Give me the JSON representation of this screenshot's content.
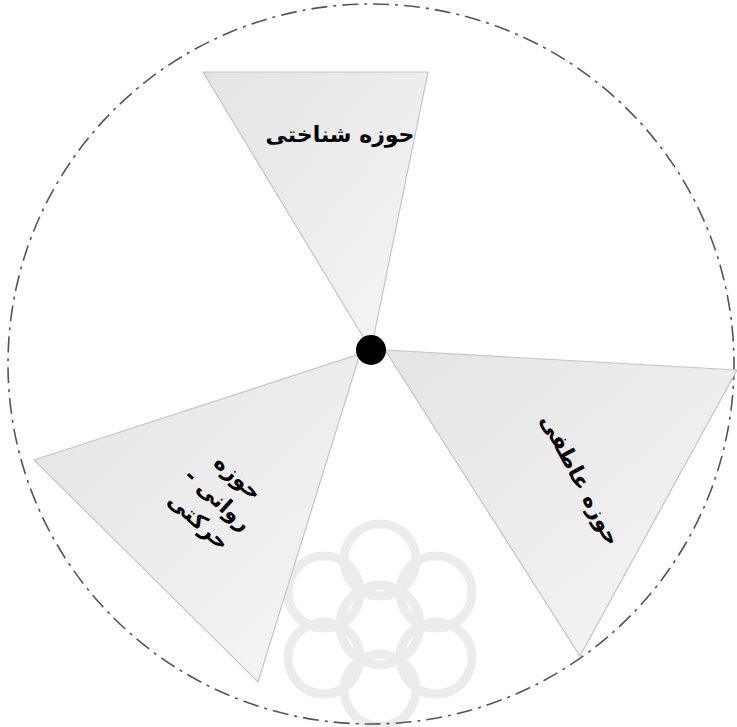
{
  "diagram": {
    "nodes": [
      {
        "text": [
          "حوزه شناختی"
        ]
      },
      {
        "text": [
          "حوزه عاطفی"
        ]
      },
      {
        "text": [
          "حوزه روانی - حرکتی"
        ]
      }
    ]
  }
}
